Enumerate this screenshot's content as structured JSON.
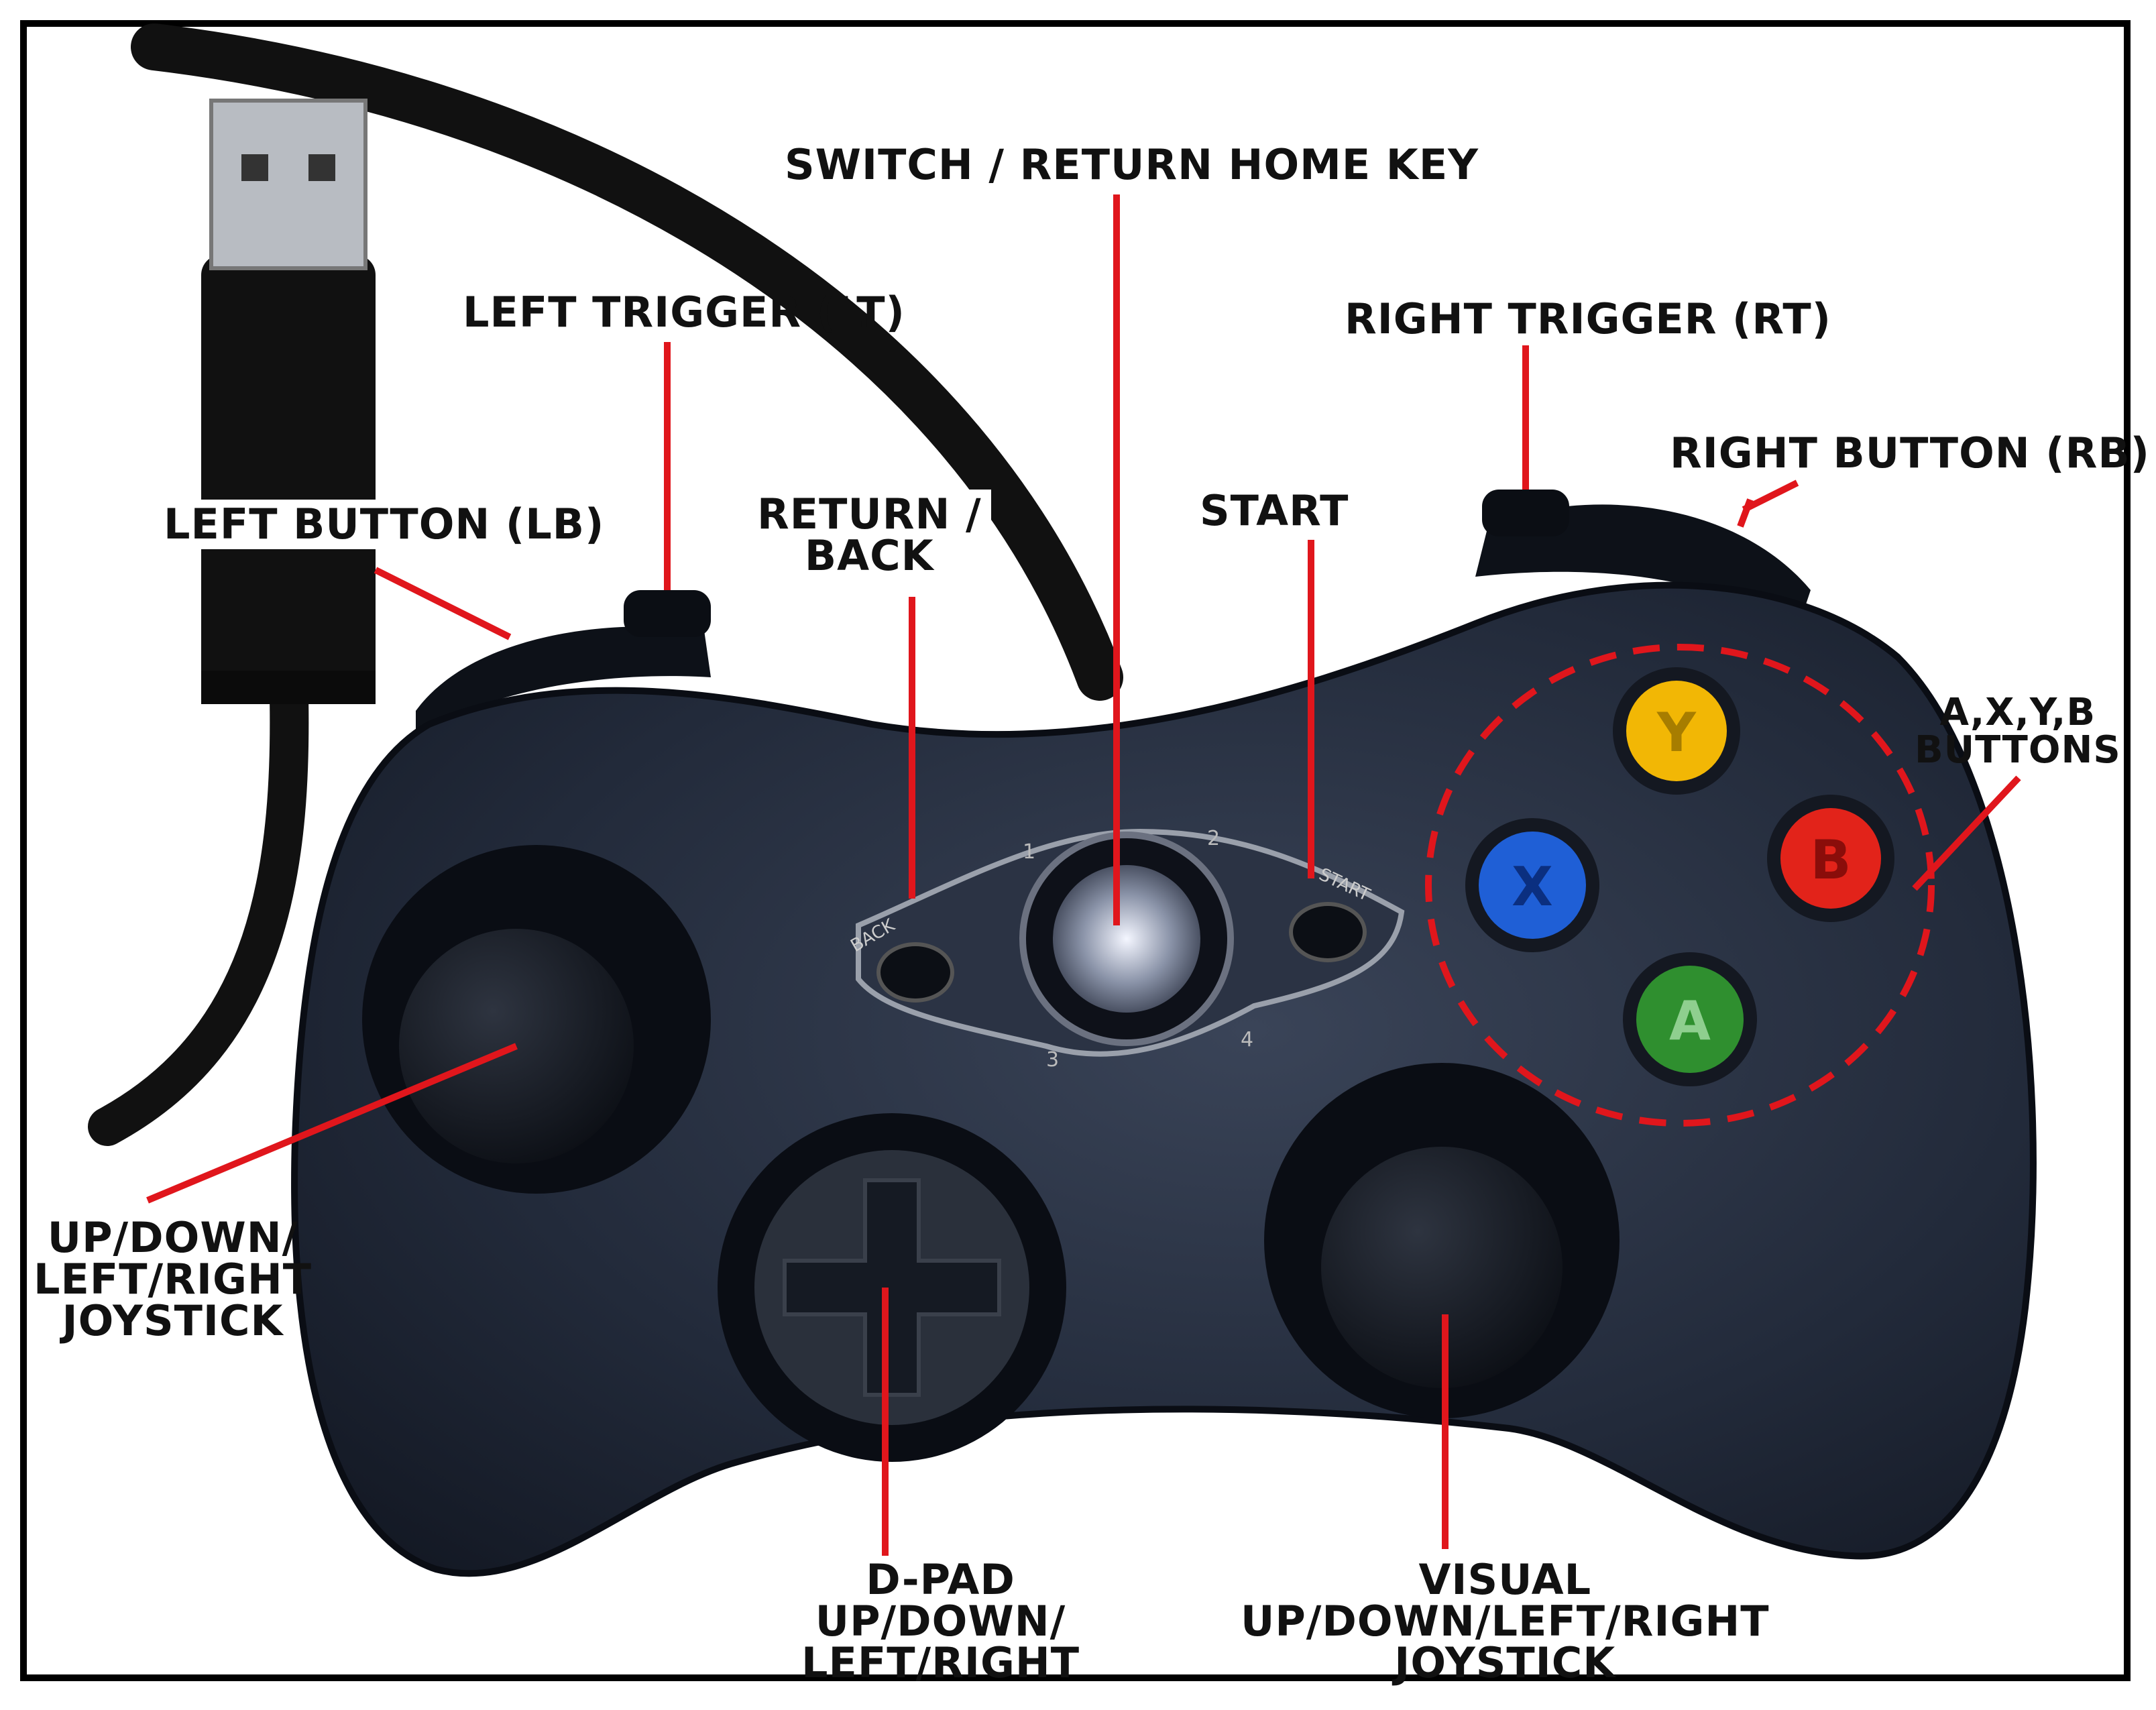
{
  "labels": {
    "switch_home": "SWITCH / RETURN HOME KEY",
    "left_trigger": "LEFT TRIGGER (LT)",
    "right_trigger": "RIGHT TRIGGER (RT)",
    "right_button": "RIGHT BUTTON (RB)",
    "left_button": "LEFT BUTTON (LB)",
    "return_back": [
      "RETURN /",
      "BACK"
    ],
    "start": "START",
    "axyb": [
      "A,X,Y,B",
      "BUTTONS"
    ],
    "left_joystick": [
      "UP/DOWN/",
      "LEFT/RIGHT",
      "JOYSTICK"
    ],
    "dpad": [
      "D-PAD",
      "UP/DOWN/",
      "LEFT/RIGHT"
    ],
    "visual_joystick": [
      "VISUAL",
      "UP/DOWN/LEFT/RIGHT",
      "JOYSTICK"
    ]
  },
  "face_buttons": {
    "y": {
      "letter": "Y",
      "color": "#f2b705"
    },
    "b": {
      "letter": "B",
      "color": "#e2231a"
    },
    "x": {
      "letter": "X",
      "color": "#1f5fd6"
    },
    "a": {
      "letter": "A",
      "color": "#2f8f2f"
    }
  },
  "small_text": {
    "back": "BACK",
    "start": "START",
    "n1": "1",
    "n2": "2",
    "n3": "3",
    "n4": "4"
  },
  "colors": {
    "pointer": "#e0161c",
    "controller": "#1c2230",
    "cable": "#111111"
  }
}
